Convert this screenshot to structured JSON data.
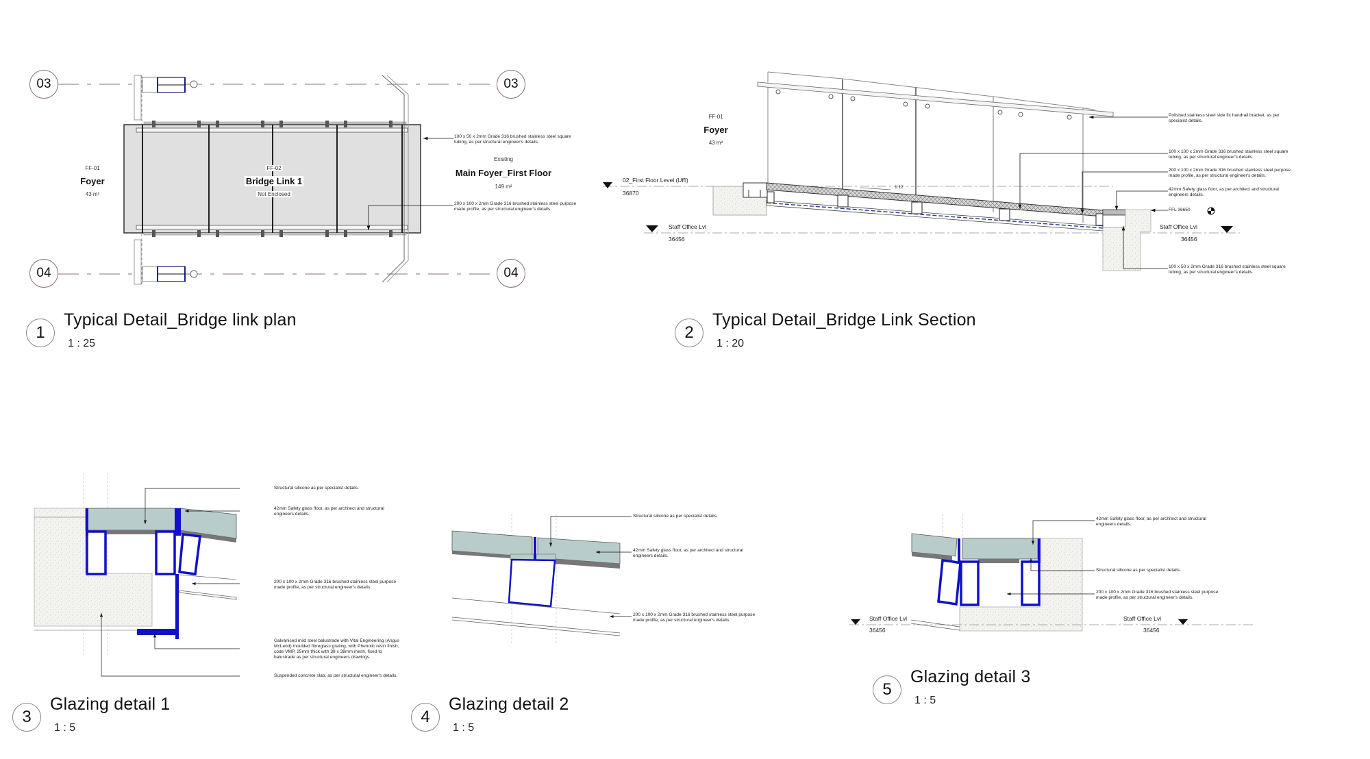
{
  "colors": {
    "steel_blue": "#1010c8",
    "glass": "#b9cccc",
    "concrete": "#f0f0ec",
    "deck_grey": "#e0e0e0",
    "grid_line": "#8a6f6f"
  },
  "views": [
    {
      "number": "1",
      "title": "Typical Detail_Bridge link plan",
      "scale": "1 : 25"
    },
    {
      "number": "2",
      "title": "Typical Detail_Bridge Link Section",
      "scale": "1 : 20"
    },
    {
      "number": "3",
      "title": "Glazing detail 1",
      "scale": "1 : 5"
    },
    {
      "number": "4",
      "title": "Glazing detail 2",
      "scale": "1 : 5"
    },
    {
      "number": "5",
      "title": "Glazing detail 3",
      "scale": "1 : 5"
    }
  ],
  "plan": {
    "grid_bubbles": [
      "03",
      "03",
      "04",
      "04"
    ],
    "rooms": [
      {
        "number": "FF-01",
        "name": "Foyer",
        "area": "43 m²"
      },
      {
        "number": "FF-02",
        "name": "Bridge Link 1",
        "area": "Not Enclosed"
      },
      {
        "number": "Existing",
        "name": "Main Foyer_First Floor",
        "area": "149 m²"
      }
    ],
    "notes": [
      "100 x 50 x 2mm Grade 316 brushed stainless steel square tubing, as per structural engineer's details.",
      "200 x 100 x 2mm Grade 316 brushed stainless steel purpose made profile, as per structural engineer's details."
    ]
  },
  "section": {
    "room": {
      "number": "FF-01",
      "name": "Foyer",
      "area": "43 m²"
    },
    "levels": [
      {
        "name": "02_First Floor Level (Uffl)",
        "value": "36870"
      },
      {
        "name": "Staff Office Lvl",
        "value": "36456"
      },
      {
        "name": "Staff Office Lvl",
        "value": "36456"
      }
    ],
    "slope": "1:12",
    "ffl": "FFL 36650",
    "notes": [
      "Polished stainless steel side fix handrail bracket, as per specialist details.",
      "100 x 100 x 2mm Grade 316 brushed stainless steel square tubing, as per structural engineer's details.",
      "200 x 100 x 2mm Grade 316 brushed stainless steel purpose made profile, as per structural engineer's details.",
      "42mm Safety glass floor, as per architect and structural engineers details.",
      "100 x 50 x 2mm Grade 316 brushed stainless steel square tubing, as per structural engineer's details."
    ]
  },
  "glazing1": {
    "notes": [
      "Structural silicone as per specialist details.",
      "42mm Safety glass floor, as per architect and structural engineers details.",
      "200 x 100 x 2mm Grade 316 brushed stainless steel purpose made profile, as per structural engineer's details.",
      "Galvanised mild steel balustrade with Vital Engineering (Angus McLeod) moulded fibreglass grating, with Phenolic resin finish, code VMP, 25mm thick with 38 x 38mm mesh, fixed to balustrade as per structural engineers drawings.",
      "Suspended concrete slab, as per structural engineer's details."
    ]
  },
  "glazing2": {
    "notes": [
      "Structural silicone as per specialist details.",
      "42mm Safety glass floor, as per architect and structural engineers details.",
      "200 x 100 x 2mm Grade 316 brushed stainless steel purpose made profile, as per structural engineer's details."
    ]
  },
  "glazing3": {
    "notes": [
      "42mm Safety glass floor, as per architect and structural engineers details.",
      "Structural silicone as per specialist details.",
      "200 x 100 x 2mm Grade 316 brushed stainless steel purpose made profile, as per structural engineer's details."
    ],
    "levels": [
      {
        "name": "Staff Office Lvl",
        "value": "36456"
      },
      {
        "name": "Staff Office Lvl",
        "value": "36456"
      }
    ]
  }
}
